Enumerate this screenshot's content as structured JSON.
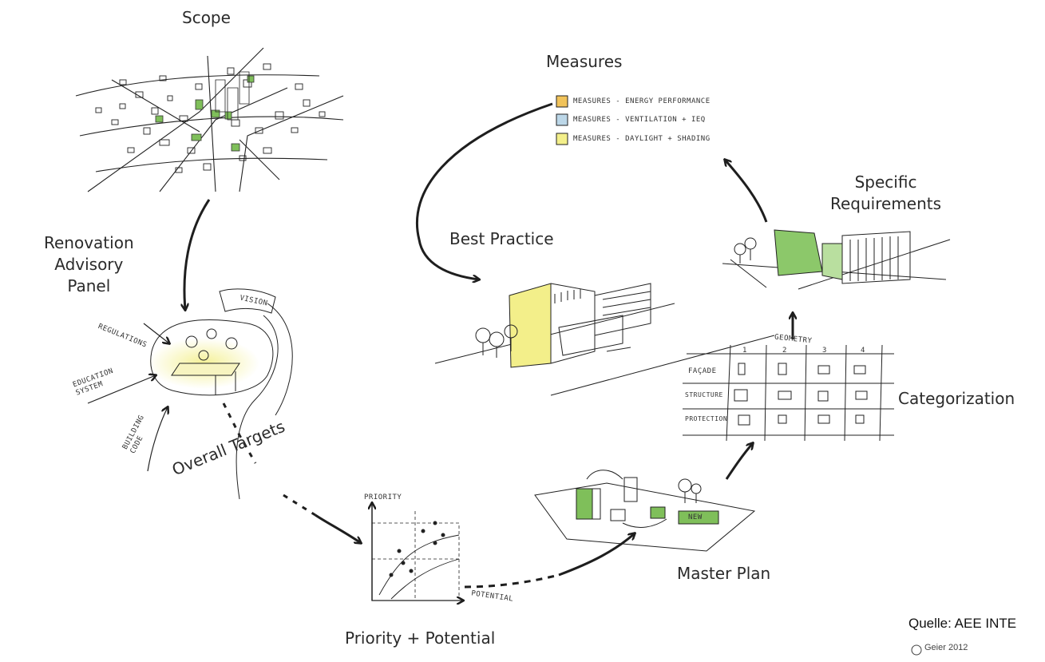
{
  "labels": {
    "scope": "Scope",
    "renovation_panel": "Renovation\nAdvisory\nPanel",
    "overall_targets": "Overall Targets",
    "priority_potential": "Priority + Potential",
    "master_plan": "Master Plan",
    "categorization": "Categorization",
    "specific_requirements": "Specific\nRequirements",
    "measures": "Measures",
    "best_practice": "Best Practice"
  },
  "measures_list": [
    "MEASURES - ENERGY PERFORMANCE",
    "MEASURES - VENTILATION + IEQ",
    "MEASURES - DAYLIGHT + SHADING"
  ],
  "panel_sketch_words": {
    "vision": "VISION",
    "regulations": "REGULATIONS",
    "education": "EDUCATION\nSYSTEM",
    "building_code": "BUILDING\nCODE"
  },
  "priority_chart": {
    "y_label": "PRIORITY",
    "x_label": "POTENTIAL"
  },
  "categorization_grid": {
    "title": "GEOMETRY",
    "columns": [
      "1",
      "2",
      "3",
      "4"
    ],
    "rows": [
      "FAÇADE",
      "STRUCTURE",
      "PROTECTION"
    ]
  },
  "master_plan_tag": "NEW",
  "source": "Quelle: AEE INTE",
  "copyright": "Geier 2012",
  "colors": {
    "sketch_green": "#7fbf5a",
    "sketch_yellow": "#f3ef8a",
    "ink": "#1e1e1e"
  }
}
